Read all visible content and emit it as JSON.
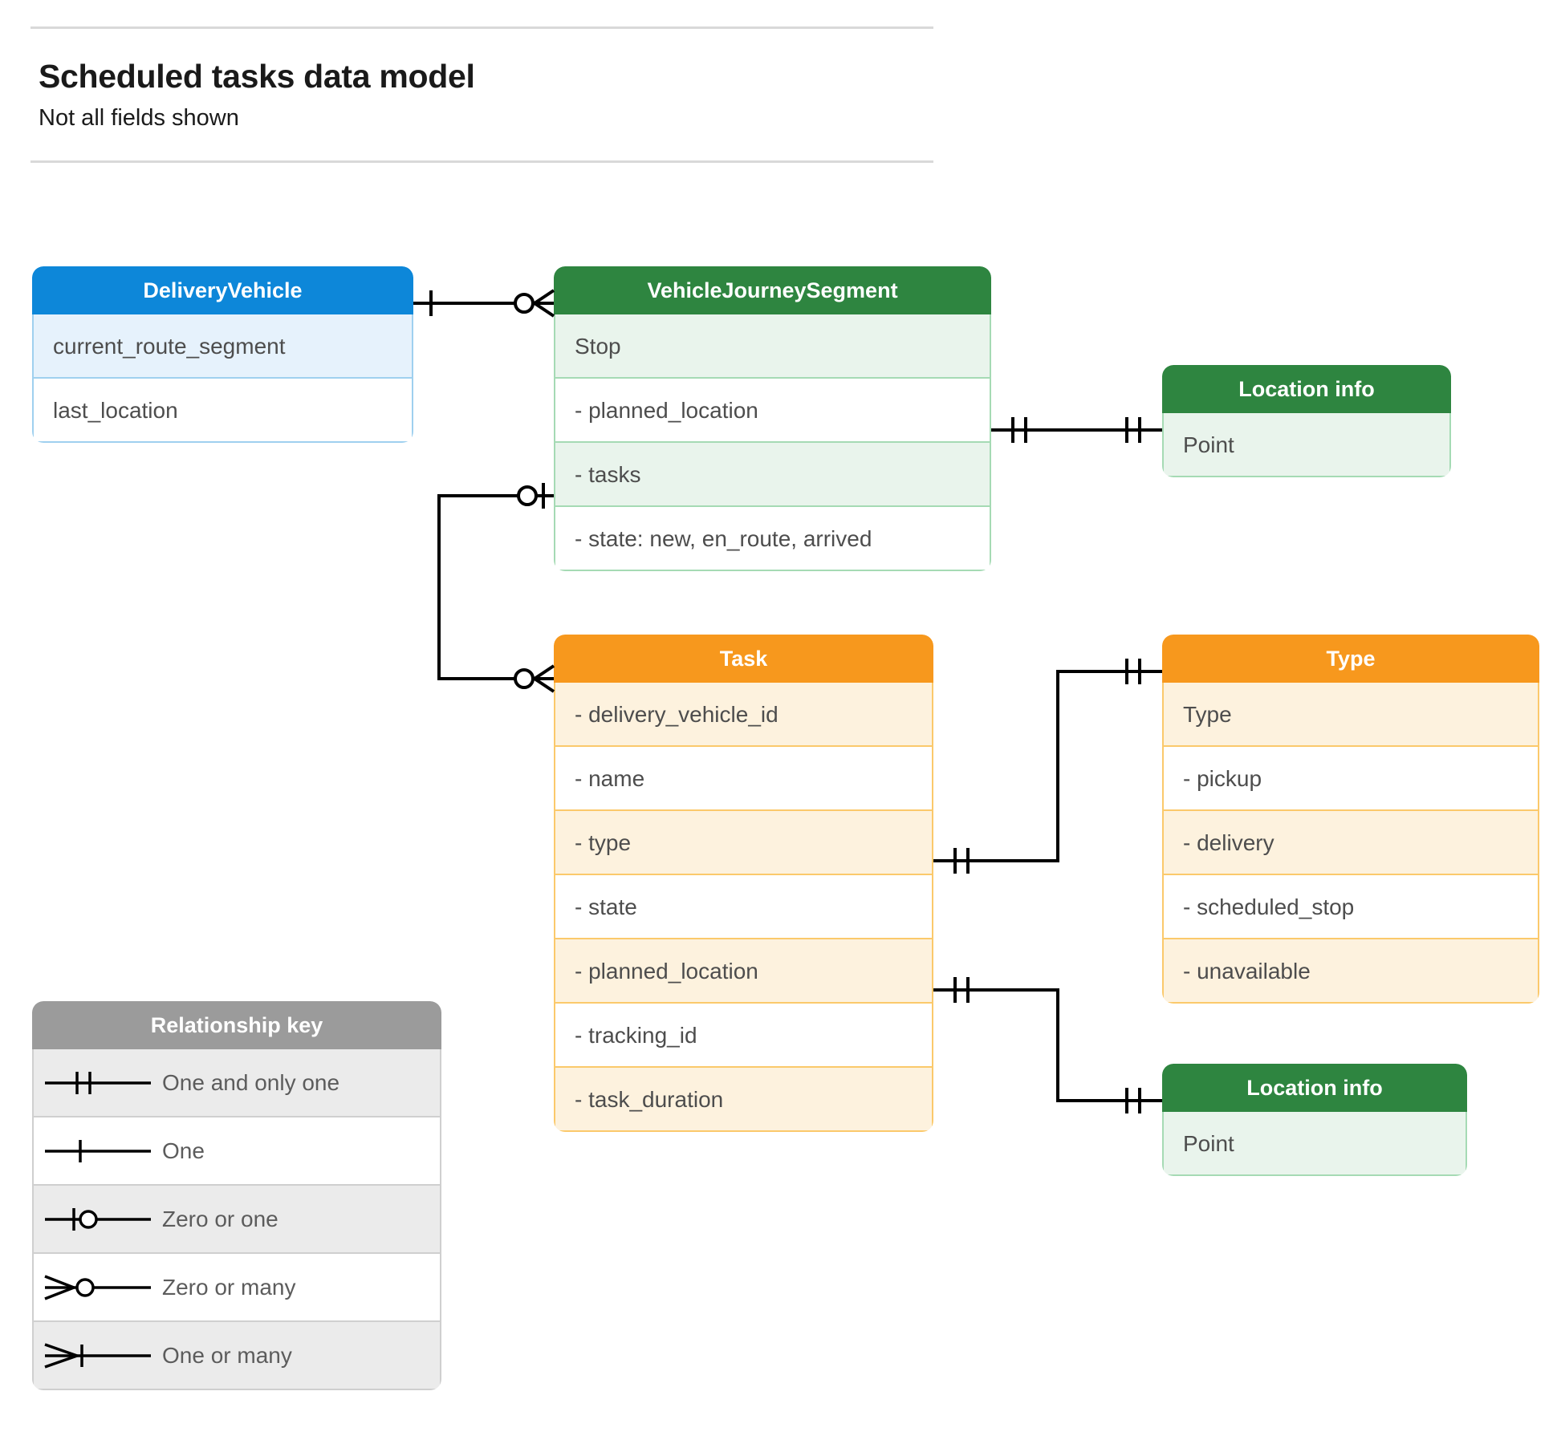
{
  "header": {
    "title": "Scheduled tasks data model",
    "subtitle": "Not all fields shown"
  },
  "colors": {
    "blue": "#0d87d9",
    "blue_tint": "#e6f2fc",
    "green": "#2e8540",
    "green_tint": "#e9f4ec",
    "orange": "#f7981d",
    "orange_tint": "#fdf2de",
    "gray": "#9b9b9b",
    "gray_tint": "#ebebeb",
    "line": "#000000",
    "text": "#4d4d4d"
  },
  "entities": {
    "delivery_vehicle": {
      "title": "DeliveryVehicle",
      "rows": [
        "current_route_segment",
        "last_location"
      ]
    },
    "vehicle_journey_segment": {
      "title": "VehicleJourneySegment",
      "rows": [
        "Stop",
        "-  planned_location",
        "- tasks",
        "- state: new, en_route, arrived"
      ]
    },
    "location_info_top": {
      "title": "Location info",
      "rows": [
        "Point"
      ]
    },
    "location_info_bottom": {
      "title": "Location info",
      "rows": [
        "Point"
      ]
    },
    "task": {
      "title": "Task",
      "rows": [
        "- delivery_vehicle_id",
        "- name",
        "- type",
        "- state",
        "- planned_location",
        "- tracking_id",
        "- task_duration"
      ]
    },
    "type": {
      "title": "Type",
      "rows": [
        "Type",
        "-   pickup",
        "-   delivery",
        "-   scheduled_stop",
        "-   unavailable"
      ]
    }
  },
  "legend": {
    "title": "Relationship key",
    "items": [
      {
        "symbol": "one-and-only-one",
        "label": "One and only one"
      },
      {
        "symbol": "one",
        "label": "One"
      },
      {
        "symbol": "zero-or-one",
        "label": "Zero or one"
      },
      {
        "symbol": "zero-or-many",
        "label": "Zero or many"
      },
      {
        "symbol": "one-or-many",
        "label": "One or many"
      }
    ]
  },
  "relationships": [
    {
      "from": "delivery_vehicle",
      "from_card": "one",
      "to": "vehicle_journey_segment",
      "to_card": "zero-or-many"
    },
    {
      "from": "vehicle_journey_segment.planned_location",
      "from_card": "one-and-only-one",
      "to": "location_info_top",
      "to_card": "one-and-only-one"
    },
    {
      "from": "vehicle_journey_segment.tasks",
      "from_card": "zero-or-one",
      "to": "task",
      "to_card": "zero-or-many"
    },
    {
      "from": "task.type",
      "from_card": "one-and-only-one",
      "to": "type",
      "to_card": "one-and-only-one"
    },
    {
      "from": "task.planned_location",
      "from_card": "one-and-only-one",
      "to": "location_info_bottom",
      "to_card": "one-and-only-one"
    }
  ]
}
